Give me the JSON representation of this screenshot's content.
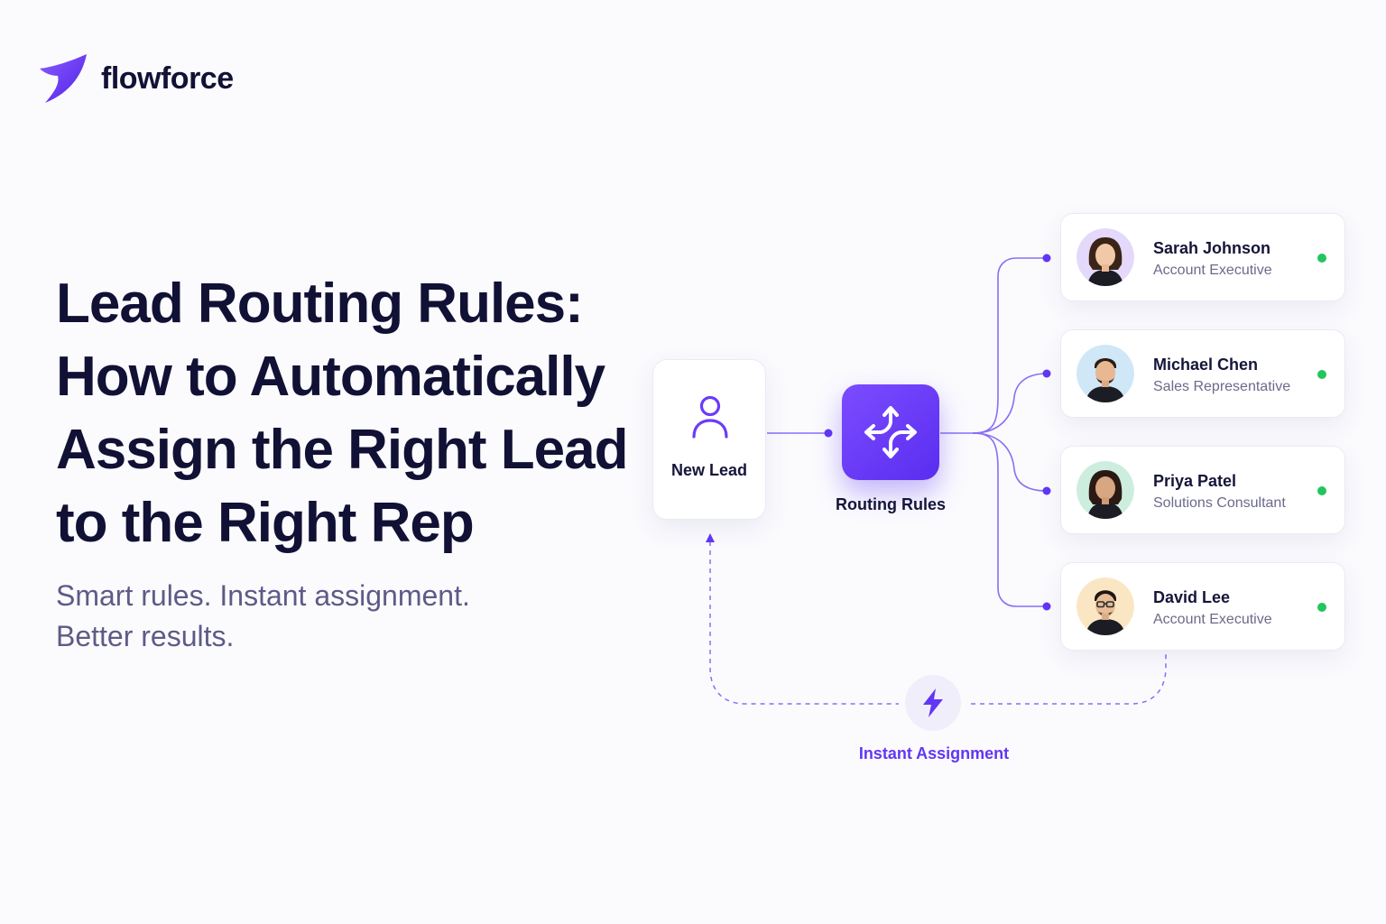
{
  "brand": {
    "name": "flowforce",
    "accent": "#6236f5"
  },
  "headline": {
    "lines": [
      "Lead Routing Rules:",
      "How to Automatically",
      "Assign the Right Lead",
      "to the Right Rep"
    ]
  },
  "subtitle": {
    "lines": [
      "Smart rules. Instant assignment.",
      "Better results."
    ]
  },
  "diagram": {
    "new_lead": {
      "label": "New Lead",
      "icon": "user-icon"
    },
    "router": {
      "label": "Routing Rules",
      "icon": "arrows-split-icon"
    },
    "instant": {
      "label": "Instant Assignment",
      "icon": "lightning-icon"
    },
    "reps": [
      {
        "name": "Sarah Johnson",
        "role": "Account Executive",
        "status_color": "#22c55e",
        "avatar_bg": "#e4d8fb"
      },
      {
        "name": "Michael Chen",
        "role": "Sales Representative",
        "status_color": "#22c55e",
        "avatar_bg": "#cfe7f7"
      },
      {
        "name": "Priya Patel",
        "role": "Solutions Consultant",
        "status_color": "#22c55e",
        "avatar_bg": "#cdeede"
      },
      {
        "name": "David Lee",
        "role": "Account Executive",
        "status_color": "#22c55e",
        "avatar_bg": "#fbe6c4"
      }
    ]
  }
}
